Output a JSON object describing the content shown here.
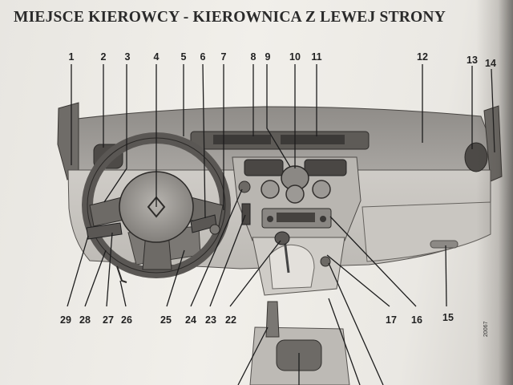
{
  "page": {
    "title": "MIEJSCE KIEROWCY - KIEROWNICA Z LEWEJ STRONY",
    "figure_code": "20067"
  },
  "callouts": {
    "top": [
      "1",
      "2",
      "3",
      "4",
      "5",
      "6",
      "7",
      "8",
      "9",
      "10",
      "11",
      "12",
      "13",
      "14"
    ],
    "bottom": [
      "29",
      "28",
      "27",
      "26",
      "25",
      "24",
      "23",
      "22",
      "17",
      "16",
      "15"
    ]
  }
}
